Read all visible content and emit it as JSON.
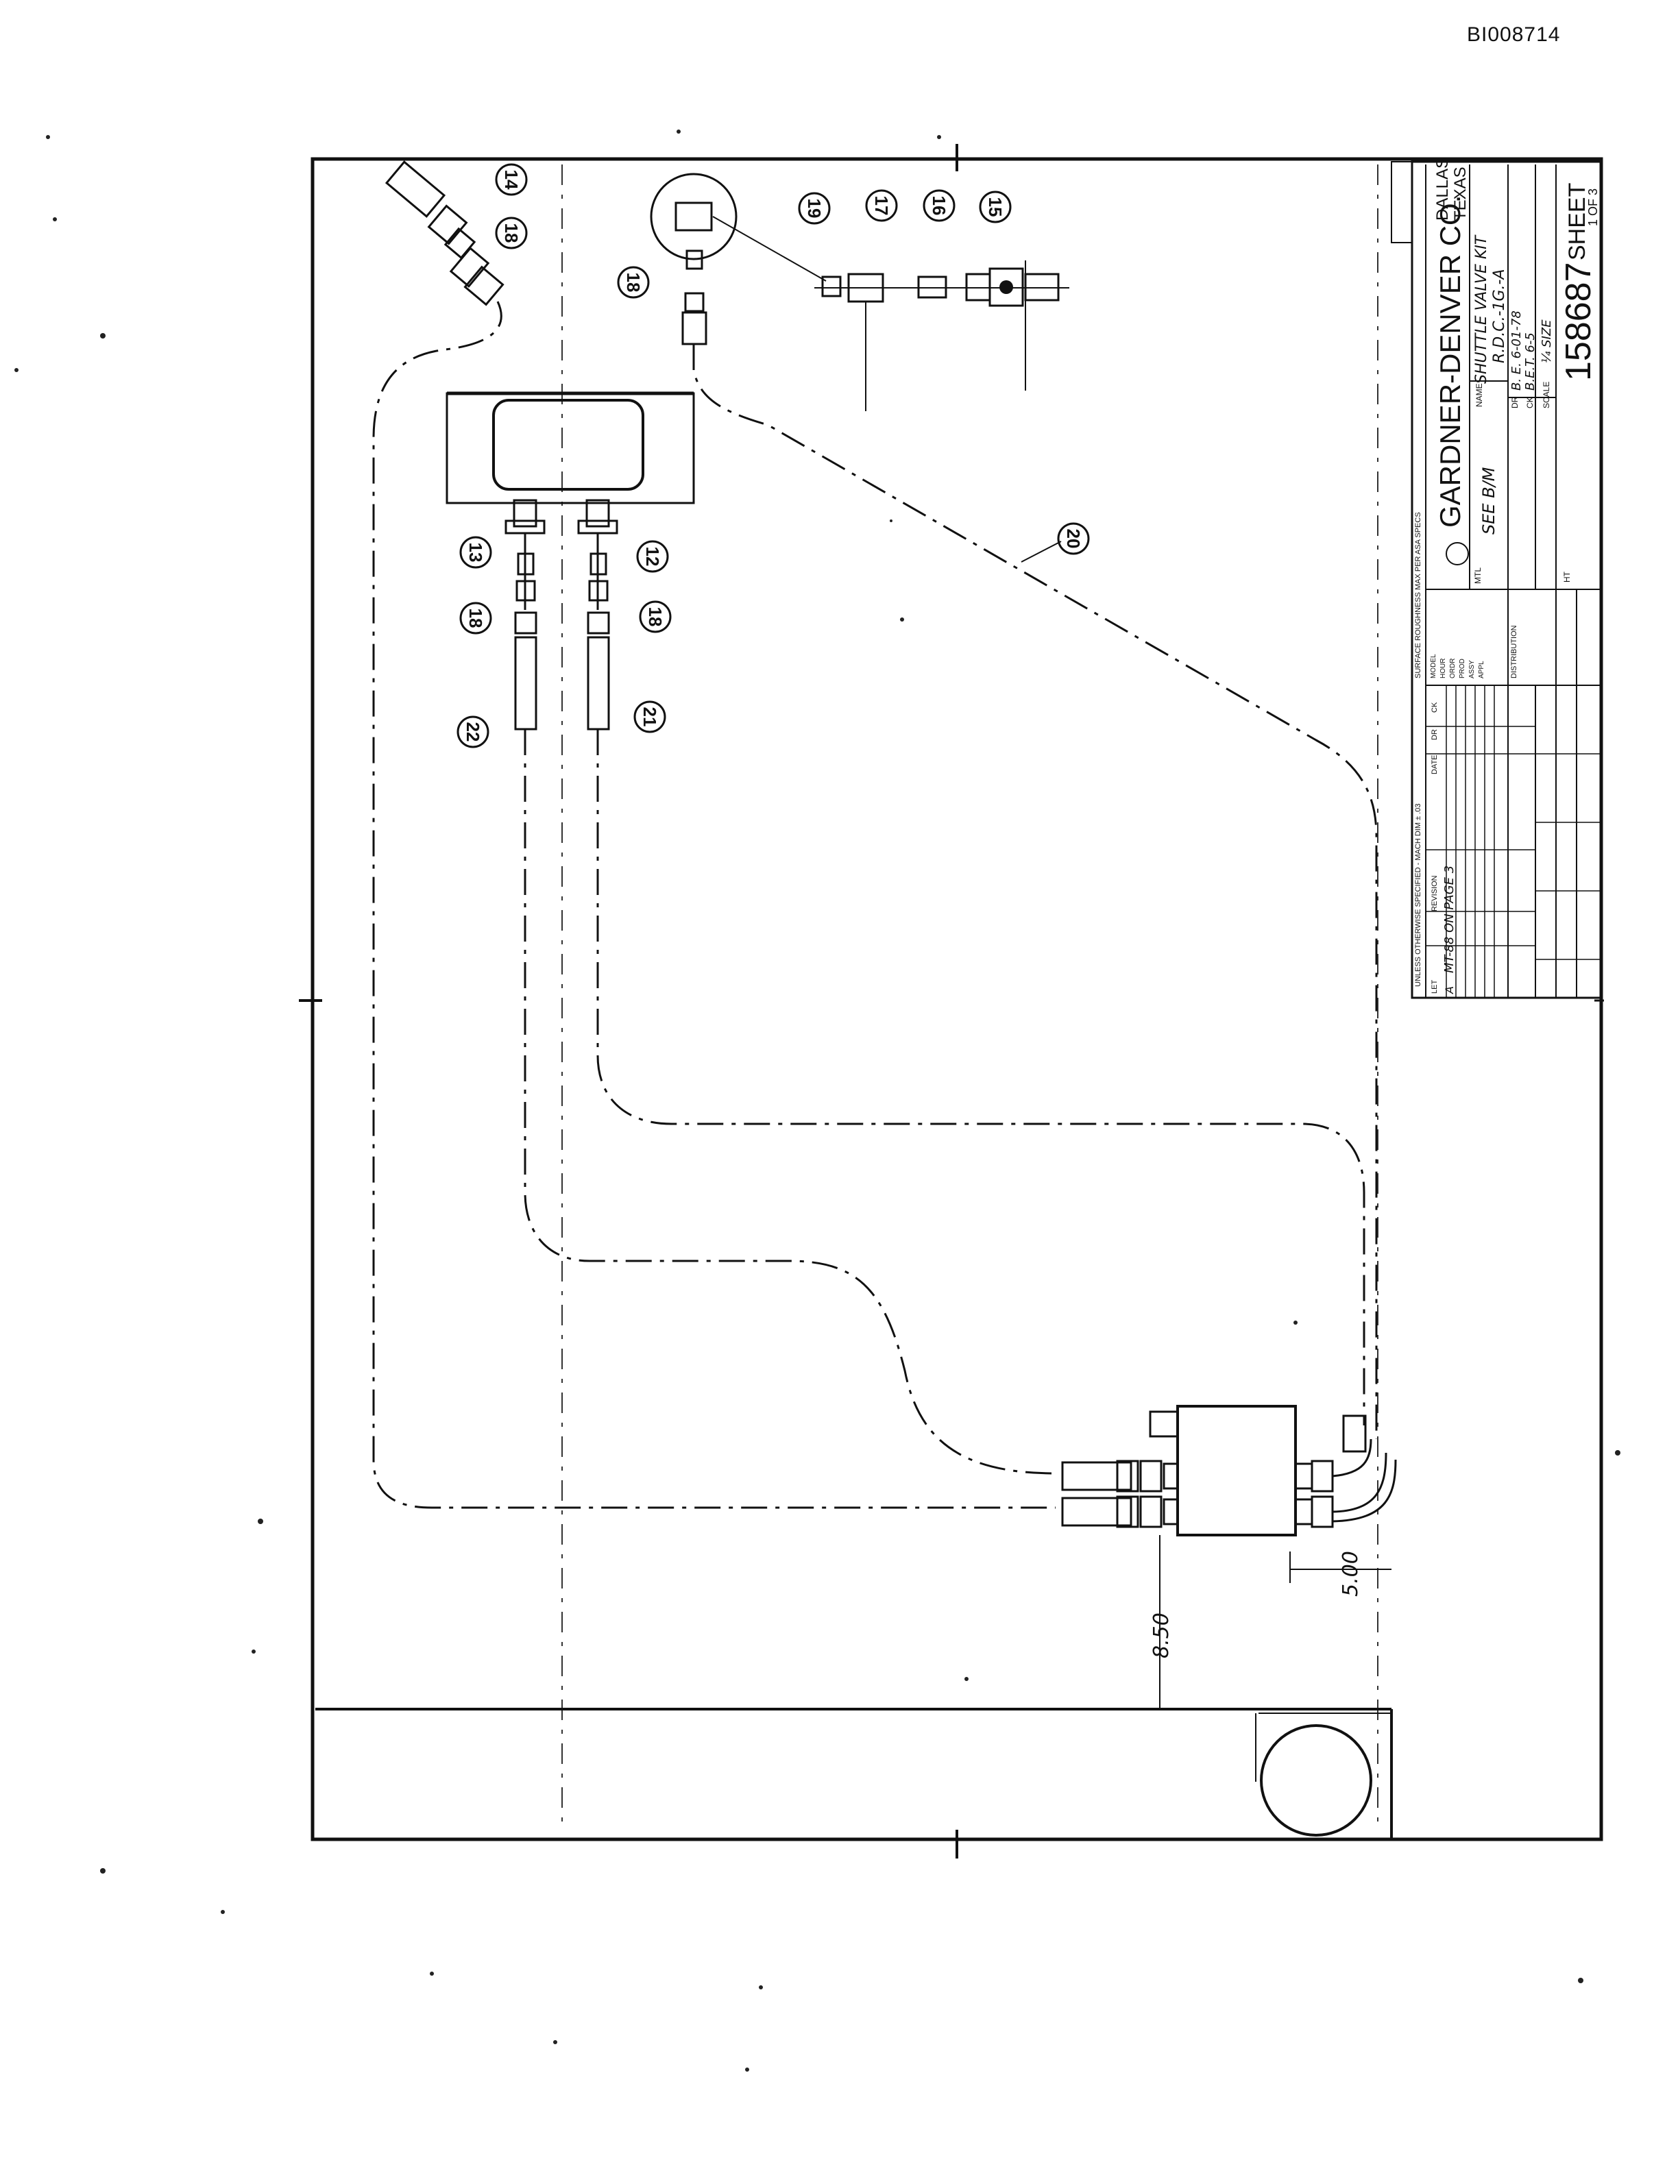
{
  "header": {
    "document_id": "BI008714"
  },
  "title_block": {
    "company": "GARDNER-DENVER CO.",
    "city": "DALLAS",
    "state": "TEXAS",
    "name_label": "NAME",
    "name": "SHUTTLE VALVE KIT",
    "model_code": "R.D.C.-1G.-A",
    "mtl_label": "MTL",
    "mtl_value": "SEE B/M",
    "drawing_number": "158687",
    "sheet_label": "SHEET",
    "sheet_number": "1 OF 3",
    "scale_label": "SCALE",
    "scale_value": "¼ SIZE",
    "dr_label": "DR",
    "ck_label": "CK",
    "dr_entry": "B. E. 6-01-78",
    "ck_entry": "B.E.T. 6-5",
    "tolerance_note": "UNLESS OTHERWISE SPECIFIED - MACH DIM ± .03",
    "surface_note": "SURFACE ROUGHNESS MAX PER ASA SPECS",
    "revision_headers": [
      "LET",
      "REVISION",
      "DATE",
      "DR",
      "CK"
    ],
    "revision_entry": {
      "let": "A",
      "revision": "MT-88 ON PAGE 3",
      "date": "",
      "dr": "",
      "ck": ""
    },
    "distribution_label": "DISTRIBUTION",
    "model_rows": [
      "MODEL",
      "HOUR",
      "ORDR",
      "PROD",
      "ASSY",
      "APPL"
    ],
    "ht_label": "HT"
  },
  "callouts": [
    "14",
    "18",
    "18",
    "19",
    "17",
    "16",
    "15",
    "13",
    "12",
    "18",
    "18",
    "22",
    "21",
    "20"
  ],
  "dimensions": {
    "right_offset": "5.00",
    "bottom_offset": "8.50"
  }
}
